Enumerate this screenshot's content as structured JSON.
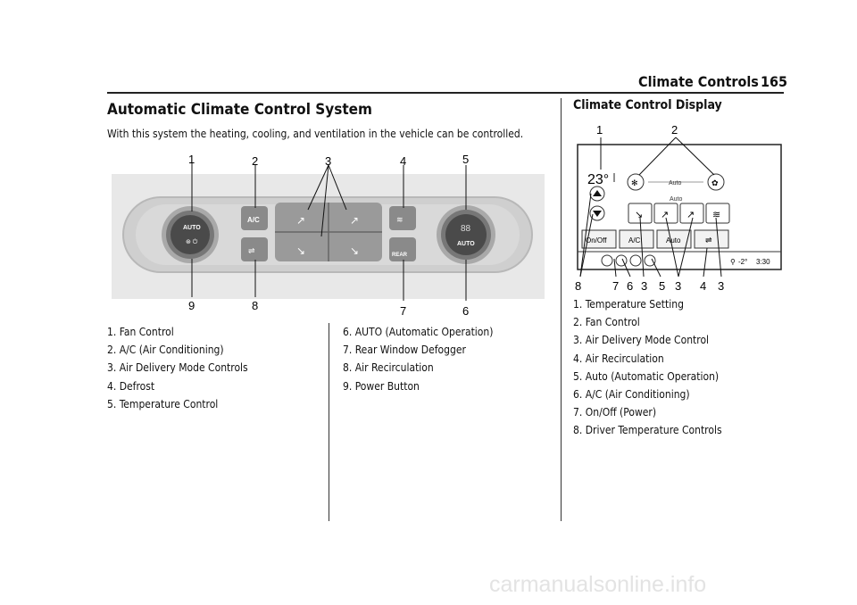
{
  "header": {
    "title": "Climate Controls",
    "page_number": "165"
  },
  "section": {
    "title": "Automatic Climate Control System",
    "intro": "With this system the heating, cooling, and ventilation in the vehicle can be controlled."
  },
  "panel": {
    "callouts_top": [
      "1",
      "2",
      "3",
      "4",
      "5"
    ],
    "callouts_bottom": [
      "9",
      "8",
      "7",
      "6"
    ],
    "button_labels": {
      "ac": "A/C",
      "rear": "REAR",
      "auto_left": "AUTO",
      "auto_right": "AUTO",
      "display": "88"
    }
  },
  "legend_left": [
    "1. Fan Control",
    "2. A/C (Air Conditioning)",
    "3. Air Delivery Mode Controls",
    "4. Defrost",
    "5. Temperature Control"
  ],
  "legend_middle": [
    "6. AUTO (Automatic Operation)",
    "7. Rear Window Defogger",
    "8. Air Recirculation",
    "9. Power Button"
  ],
  "display_section": {
    "title": "Climate Control Display",
    "callouts_top": [
      "1",
      "2"
    ],
    "callouts_bottom": [
      "8",
      "7",
      "6",
      "3",
      "5",
      "3",
      "4",
      "3"
    ],
    "temperature": "23°",
    "auto_label_top": "Auto",
    "auto_label_mid": "Auto",
    "buttons": [
      "On/Off",
      "A/C",
      "Auto"
    ],
    "status_temp": "-2°",
    "status_time": "3:30",
    "legend": [
      "1. Temperature Setting",
      "2. Fan Control",
      "3. Air Delivery Mode Control",
      "4. Air Recirculation",
      "5. Auto (Automatic Operation)",
      "6. A/C (Air Conditioning)",
      "7. On/Off (Power)",
      "8. Driver Temperature Controls"
    ]
  },
  "footer": {
    "watermark": "carmanualsonline.info"
  }
}
